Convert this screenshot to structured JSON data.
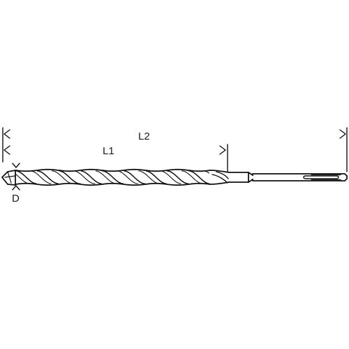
{
  "labels": {
    "overall_length": "L2",
    "working_length": "L1",
    "diameter": "D"
  },
  "colors": {
    "ink": "#111111",
    "background": "#ffffff"
  }
}
